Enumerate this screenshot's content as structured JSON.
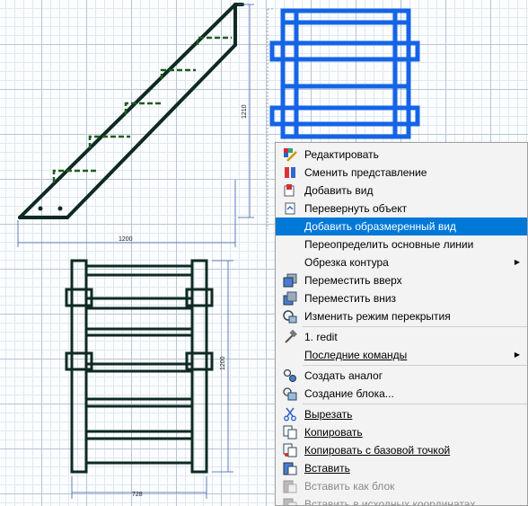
{
  "drawing": {
    "side_view": {
      "width_dim": "1200",
      "height_dim": "1210"
    },
    "front_view": {
      "width_dim": "728",
      "height_dim": "1200"
    }
  },
  "context_menu": {
    "items": [
      {
        "label": "Редактировать",
        "icon": "edit-icon"
      },
      {
        "label": "Сменить представление",
        "icon": "change-representation-icon"
      },
      {
        "label": "Добавить вид",
        "icon": "add-view-icon"
      },
      {
        "label": "Перевернуть объект",
        "icon": "flip-object-icon"
      },
      {
        "label": "Добавить образмеренный вид",
        "icon": "add-dimensioned-view-icon",
        "highlighted": true
      },
      {
        "label": "Переопределить основные линии",
        "icon": ""
      },
      {
        "label": "Обрезка контура",
        "icon": "",
        "submenu": true
      },
      {
        "label": "Переместить вверх",
        "icon": "move-up-icon"
      },
      {
        "label": "Переместить вниз",
        "icon": "move-down-icon"
      },
      {
        "label": "Изменить режим перекрытия",
        "icon": "overlap-mode-icon"
      },
      {
        "label": "1. redit",
        "icon": "hammer-icon"
      },
      {
        "label": "Последние команды",
        "icon": "",
        "submenu": true
      },
      {
        "label": "Создать аналог",
        "icon": "create-analog-icon"
      },
      {
        "label": "Создание блока...",
        "icon": "create-block-icon"
      },
      {
        "label": "Вырезать",
        "icon": "scissors-icon"
      },
      {
        "label": "Копировать",
        "icon": "copy-icon"
      },
      {
        "label": "Копировать с базовой точкой",
        "icon": "copy-base-point-icon"
      },
      {
        "label": "Вставить",
        "icon": "paste-icon"
      },
      {
        "label": "Вставить как блок",
        "icon": "paste-block-icon",
        "disabled": true
      },
      {
        "label": "Вставить в исходных координатах",
        "icon": "paste-original-icon",
        "disabled": true
      }
    ]
  },
  "colors": {
    "selection": "#1464e6",
    "highlight": "#0078d7",
    "stair_line": "#0e2a22",
    "dashed": "#1f5c1f"
  }
}
